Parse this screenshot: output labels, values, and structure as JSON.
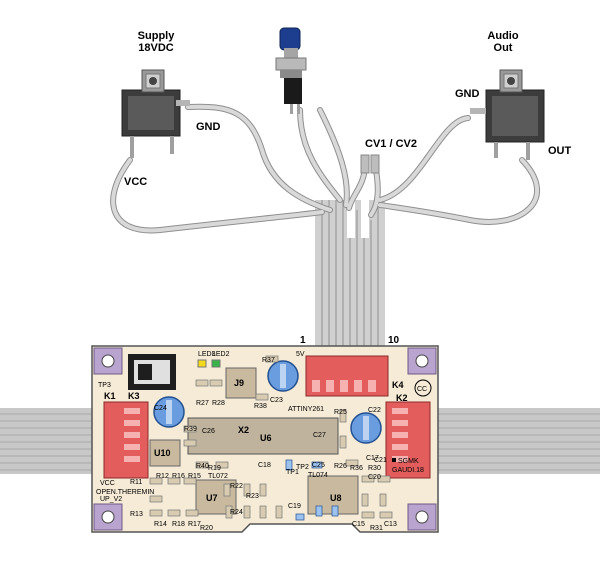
{
  "labels": {
    "supply": "Supply",
    "supply_voltage": "18VDC",
    "audio": "Audio",
    "audio_out": "Out",
    "gnd_left": "GND",
    "vcc": "VCC",
    "gnd_right": "GND",
    "out": "OUT",
    "cv": "CV1 / CV2",
    "pin_1": "1",
    "pin_10": "10"
  },
  "pcb": {
    "connectors": [
      "K1",
      "K3",
      "K4",
      "K2"
    ],
    "ics": [
      "J9",
      "X2",
      "U6",
      "U10",
      "U7",
      "U8"
    ],
    "caps": [
      "C23",
      "C24",
      "C22",
      "C26",
      "C27",
      "C18",
      "C25",
      "C17",
      "C19",
      "C20",
      "C13",
      "C15",
      "C21"
    ],
    "resistors": [
      "R37",
      "R27",
      "R28",
      "R38",
      "R39",
      "R25",
      "R26",
      "R40",
      "R12",
      "R16",
      "R15",
      "R19",
      "R22",
      "R36",
      "R30",
      "R11",
      "R14",
      "R18",
      "R17",
      "R20",
      "R24",
      "R23",
      "R31",
      "R13"
    ],
    "leds": [
      "LED3",
      "LED2"
    ],
    "misc": [
      "TP3",
      "TP1",
      "TP2",
      "5V",
      "ATTINY261",
      "TL072",
      "TL074",
      "CC",
      "SGMK"
    ],
    "vcc_tag": "VCC",
    "project": "OPEN.THEREMIN",
    "version": "UP_V2",
    "author": "GAUDI.18"
  }
}
